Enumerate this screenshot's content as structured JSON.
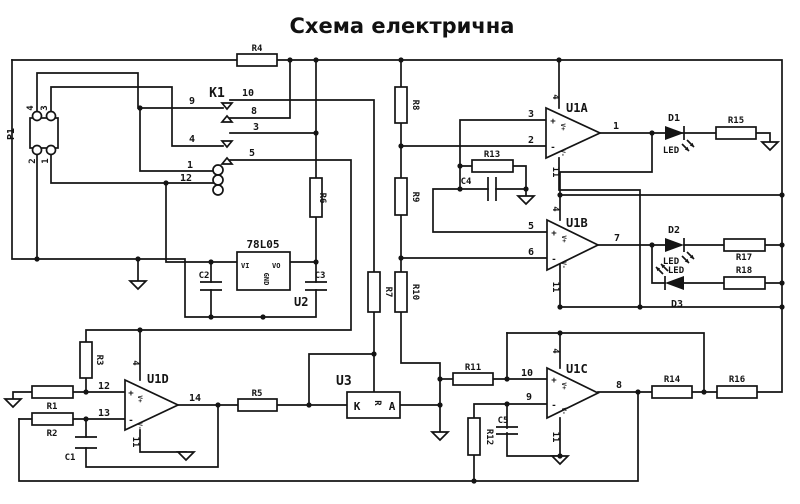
{
  "title": "Схема електрична",
  "components": {
    "p1": "P1",
    "k1": "K1",
    "u1a": "U1A",
    "u1b": "U1B",
    "u1c": "U1C",
    "u1d": "U1D",
    "u2": "U2",
    "u3": "U3",
    "regulator": "78L05"
  },
  "resistors": {
    "r1": "R1",
    "r2": "R2",
    "r3": "R3",
    "r4": "R4",
    "r5": "R5",
    "r6": "R6",
    "r7": "R7",
    "r8": "R8",
    "r9": "R9",
    "r10": "R10",
    "r11": "R11",
    "r12": "R12",
    "r13": "R13",
    "r14": "R14",
    "r15": "R15",
    "r16": "R16",
    "r17": "R17",
    "r18": "R18"
  },
  "capacitors": {
    "c1": "C1",
    "c2": "C2",
    "c3": "C3",
    "c4": "C4",
    "c5": "C5"
  },
  "diodes": {
    "d1": "D1",
    "d2": "D2",
    "d3": "D3",
    "led": "LED"
  },
  "regulator_pins": {
    "vi": "VI",
    "vo": "VO",
    "gnd": "GND"
  },
  "u3_pins": {
    "k": "K",
    "a": "A",
    "ref": "R"
  },
  "opamp_marks": {
    "plus": "+",
    "minus": "-",
    "vplus": "V+",
    "vminus": "V-"
  },
  "pins": {
    "u1a_noninv": "3",
    "u1a_inv": "2",
    "u1a_out": "1",
    "u1b_noninv": "5",
    "u1b_inv": "6",
    "u1b_out": "7",
    "u1c_noninv": "10",
    "u1c_inv": "9",
    "u1c_out": "8",
    "u1d_noninv": "12",
    "u1d_inv": "13",
    "u1d_out": "14",
    "vcc": "4",
    "vee": "11"
  },
  "connector_pins": {
    "p1": "1",
    "p2": "2",
    "p3": "3",
    "p4": "4"
  },
  "relay": {
    "com_a": "9",
    "no_a": "10",
    "nc_a": "8",
    "com_b": "4",
    "no_b": "3",
    "nc_b": "5",
    "coil_1": "1",
    "coil_12": "12"
  }
}
